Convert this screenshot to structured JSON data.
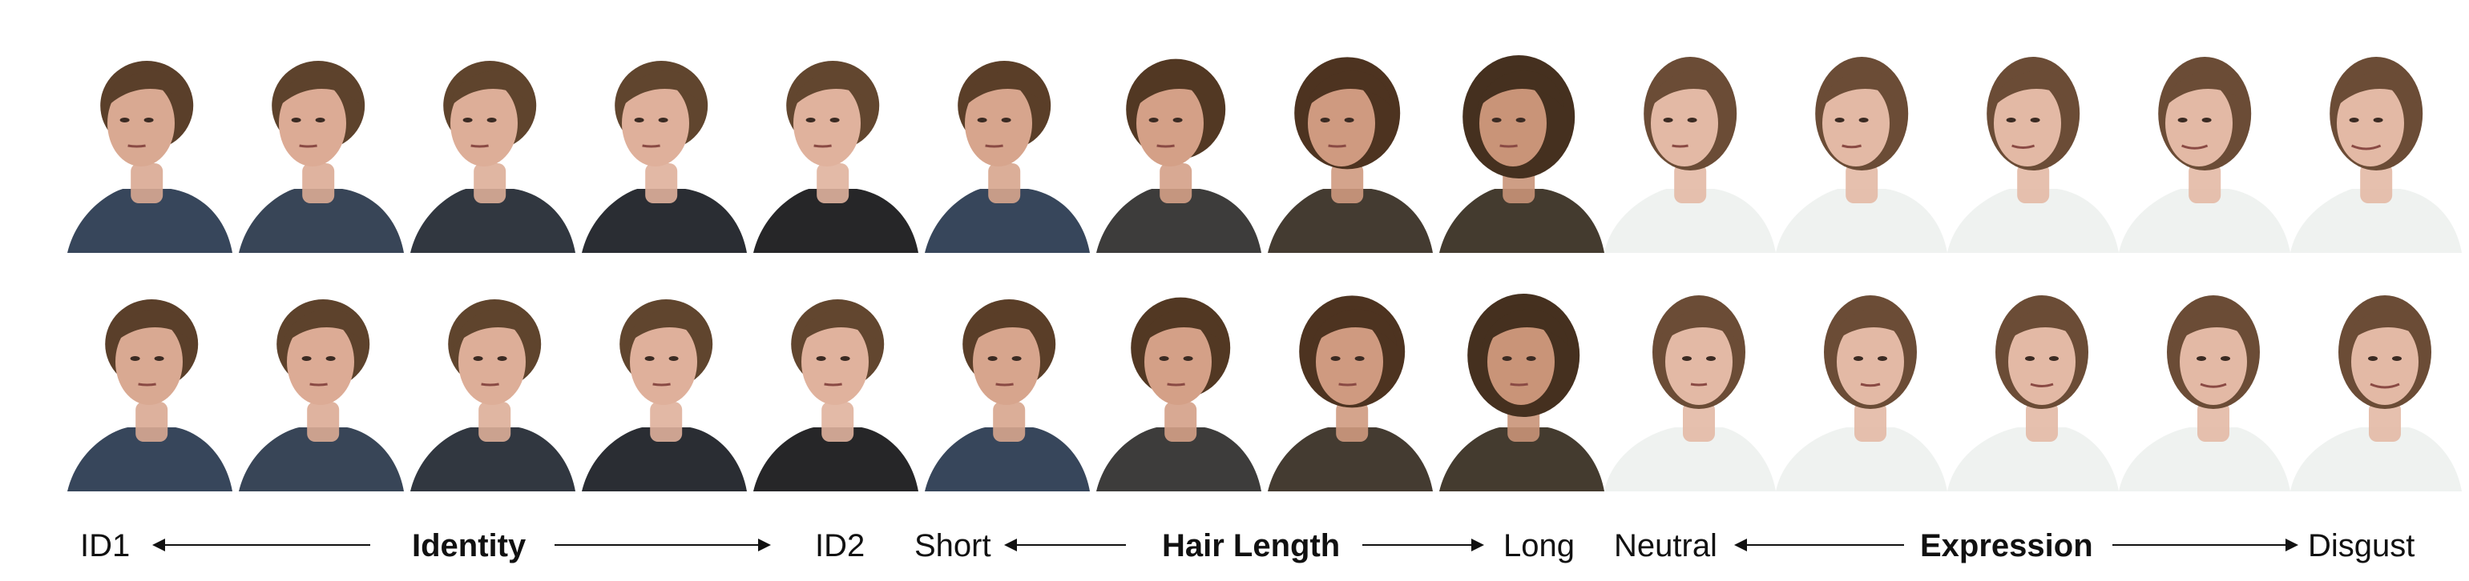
{
  "groups": [
    {
      "name": "Identity",
      "left": "ID1",
      "right": "ID2",
      "columns": [
        {
          "skin": "#d9a992",
          "hair": "#5a3f2a",
          "shirt": "#2c3c52"
        },
        {
          "skin": "#dcab95",
          "hair": "#5d422c",
          "shirt": "#2d3b4e"
        },
        {
          "skin": "#ddae98",
          "hair": "#5f442d",
          "shirt": "#262c36"
        },
        {
          "skin": "#dfb09b",
          "hair": "#60452e",
          "shirt": "#1f2228"
        },
        {
          "skin": "#e0b29d",
          "hair": "#62462f",
          "shirt": "#1a1a1c"
        }
      ]
    },
    {
      "name": "Hair Length",
      "left": "Short",
      "right": "Long",
      "columns": [
        {
          "skin": "#d7a58d",
          "hair": "#5a3e28",
          "shirt": "#2c3c52"
        },
        {
          "skin": "#d4a087",
          "hair": "#523823",
          "shirt": "#333230"
        },
        {
          "skin": "#cf9a80",
          "hair": "#4d3320",
          "shirt": "#3a3026"
        },
        {
          "skin": "#c99478",
          "hair": "#45301f",
          "shirt": "#3a3024"
        }
      ]
    },
    {
      "name": "Expression",
      "left": "Neutral",
      "right": "Disgust",
      "columns": [
        {
          "skin": "#e3b9a5",
          "hair": "#6b4c36",
          "shirt": "#eef1ef"
        },
        {
          "skin": "#e3b9a5",
          "hair": "#6b4c36",
          "shirt": "#eef1ef"
        },
        {
          "skin": "#e3b9a5",
          "hair": "#6b4c36",
          "shirt": "#eef1ef"
        },
        {
          "skin": "#e3b9a5",
          "hair": "#6b4c36",
          "shirt": "#eef1ef"
        },
        {
          "skin": "#e3b9a5",
          "hair": "#6b4c36",
          "shirt": "#eef1ef"
        }
      ]
    }
  ]
}
